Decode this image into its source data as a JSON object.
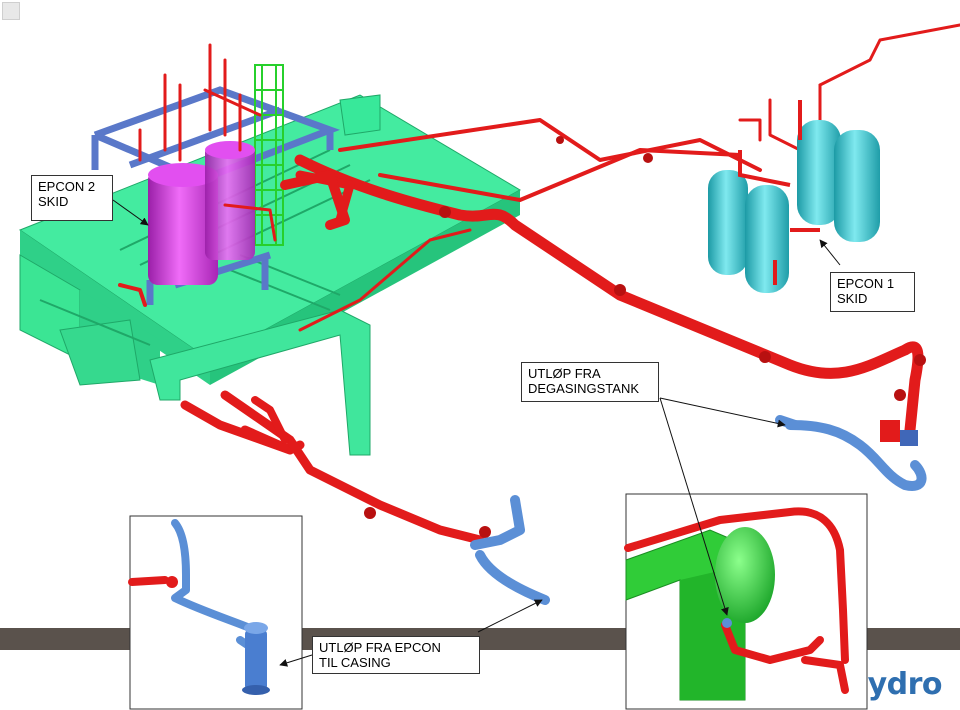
{
  "labels": {
    "epcon2": [
      "EPCON 2",
      "SKID"
    ],
    "epcon1": [
      "EPCON 1",
      "SKID"
    ],
    "degassing": [
      "UTLØP FRA",
      "DEGASINGSTANK"
    ],
    "casing": [
      "UTLØP FRA EPCON",
      "TIL CASING"
    ]
  },
  "logo_text": "ydro",
  "colors": {
    "piping": "#e21b1b",
    "outlet_piping": "#5b8fd6",
    "deck": "#38e89a",
    "epcon2_vessel": "#d43be0",
    "epcon1_vessels": "#35c6d0",
    "degassing_tank": "#2ed43c",
    "ground_band": "#5a524c",
    "logo": "#2f6fb0"
  }
}
